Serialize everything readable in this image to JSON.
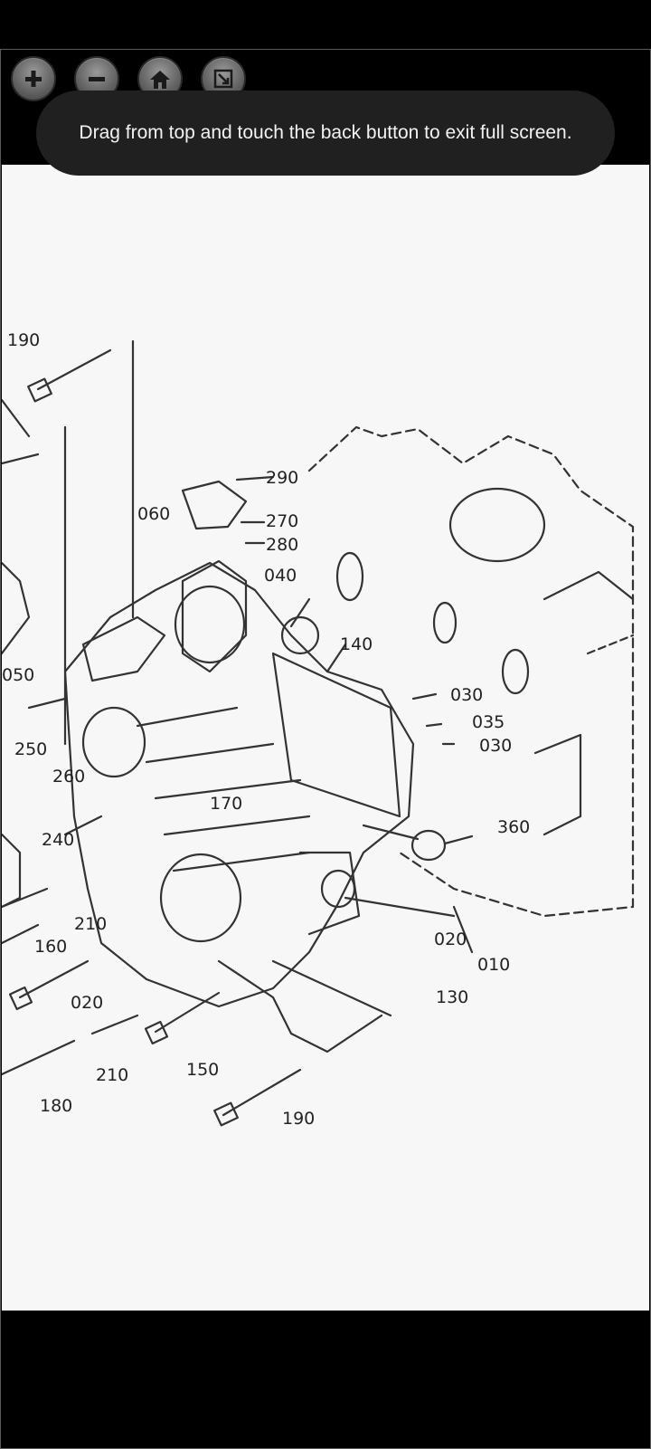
{
  "toast": {
    "message": "Drag from top and touch the back button to exit full screen."
  },
  "toolbar": {
    "zoom_in": "zoom-in-icon",
    "zoom_out": "zoom-out-icon",
    "home": "home-icon",
    "fit": "fit-screen-icon"
  },
  "diagram": {
    "part_labels": [
      "190",
      "060",
      "290",
      "270",
      "280",
      "040",
      "140",
      "050",
      "030",
      "035",
      "030",
      "250",
      "260",
      "170",
      "360",
      "240",
      "210",
      "160",
      "020",
      "020",
      "010",
      "130",
      "210",
      "150",
      "180",
      "190"
    ]
  }
}
